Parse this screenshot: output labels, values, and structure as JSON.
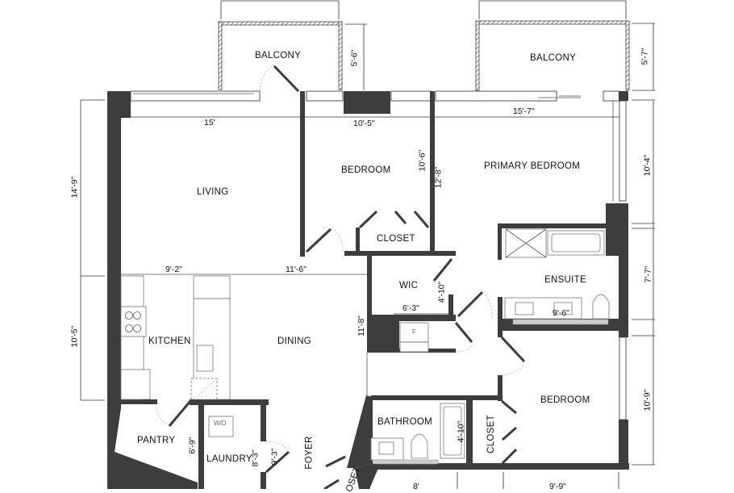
{
  "rooms": {
    "balcony_left": "BALCONY",
    "balcony_right": "BALCONY",
    "living": "LIVING",
    "bedroom_1": "BEDROOM",
    "closet_1": "CLOSET",
    "primary_bedroom": "PRIMARY BEDROOM",
    "ensuite": "ENSUITE",
    "wic": "WIC",
    "kitchen": "KITCHEN",
    "dining": "DINING",
    "pantry": "PANTRY",
    "laundry": "LAUNDRY",
    "foyer": "FOYER",
    "closet_foyer": "OSET",
    "bathroom": "BATHROOM",
    "closet_2": "CLOSET",
    "bedroom_2": "BEDROOM"
  },
  "fixtures": {
    "washer_dryer": "W/D",
    "fridge": "F"
  },
  "dimensions": {
    "balcony_left_depth": "5'-6\"",
    "balcony_right_depth": "5'-7\"",
    "living_width": "15'",
    "bedroom_1_width": "10'-5\"",
    "bedroom_1_depth": "10'-6\"",
    "primary_width": "15'-7\"",
    "primary_depth": "12'-8\"",
    "right_upper": "10'-4\"",
    "right_middle": "7'-7\"",
    "right_lower": "10'-9\"",
    "left_upper": "14'-9\"",
    "left_lower": "10'-5\"",
    "kitchen_width": "9'-2\"",
    "dining_width": "11'-6\"",
    "dining_depth": "11'-8\"",
    "wic_depth": "4'-10\"",
    "wic_width": "6'-3\"",
    "ensuite_width": "9'-6\"",
    "bath_depth": "4'-10\"",
    "pantry_depth": "6'-9\"",
    "laundry_depth": "8'-3\"",
    "foyer_depth": "9'-3\"",
    "bottom_left": "8'",
    "bottom_right": "9'-9\""
  },
  "colors": {
    "wall": "#3d3d3d",
    "background": "#ffffff",
    "counter": "#cccccc"
  }
}
